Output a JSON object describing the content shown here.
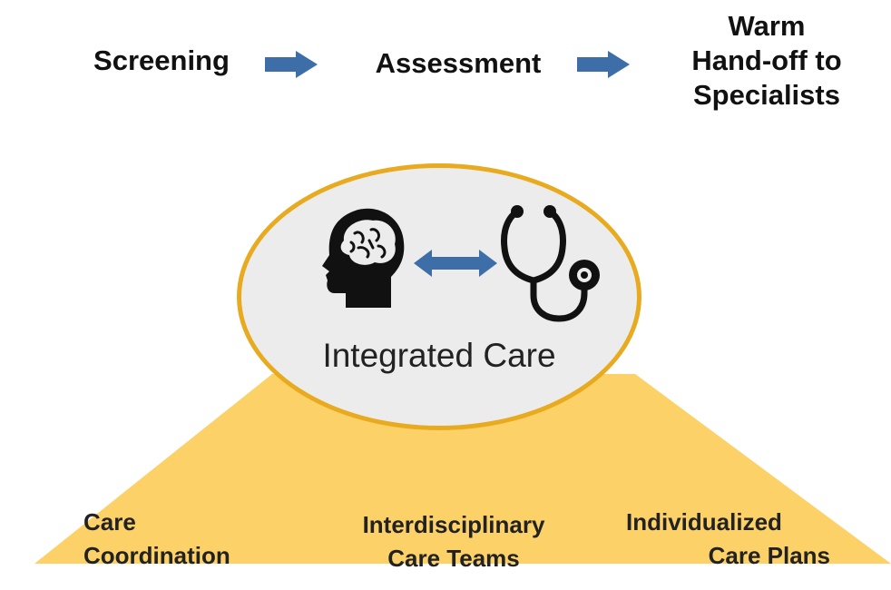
{
  "process_steps": {
    "step1": "Screening",
    "step2": "Assessment",
    "step3_lines": [
      "Warm",
      "Hand-off to",
      "Specialists"
    ]
  },
  "center": {
    "title": "Integrated Care",
    "left_icon": "brain-head-icon",
    "right_icon": "stethoscope-icon",
    "connector": "double-arrow-icon"
  },
  "pillars": [
    {
      "lines": [
        "Care",
        "Coordination"
      ]
    },
    {
      "lines": [
        "Interdisciplinary",
        "Care Teams"
      ]
    },
    {
      "lines": [
        "Individualized",
        "Care Plans"
      ]
    }
  ],
  "colors": {
    "arrow_blue": "#3d6ea8",
    "triangle_gold": "#fcd167",
    "ellipse_border": "#e8aa1e",
    "ellipse_fill": "#ececec"
  }
}
